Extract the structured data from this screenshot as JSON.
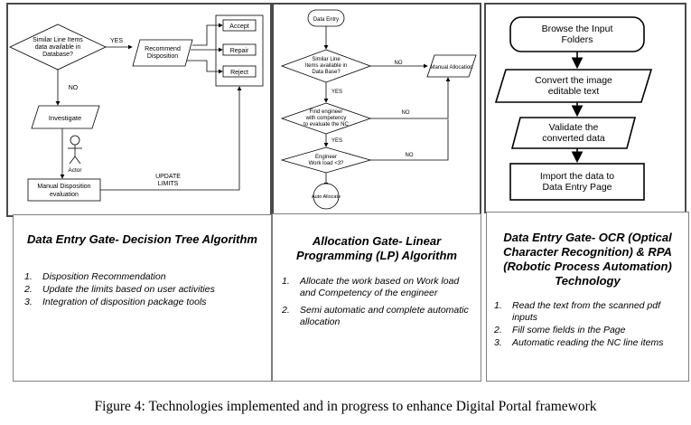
{
  "panels": [
    {
      "title": "Data Entry Gate- Decision Tree  Algorithm",
      "items": [
        "Disposition Recommendation",
        "Update the limits based on user activities",
        "Integration of disposition package tools"
      ],
      "diagram": {
        "decision": [
          "Similar Line Items",
          "data available in",
          "Database?"
        ],
        "yes_label": "YES",
        "no_label": "NO",
        "recommend": [
          "Recommend",
          "Disposition"
        ],
        "accept": "Accept",
        "repair": "Repair",
        "reject": "Reject",
        "investigate": "Investigate",
        "actor": "Actor",
        "manual": [
          "Manual Disposition",
          "evaluation"
        ],
        "update": [
          "UPDATE",
          "LIMITS"
        ]
      }
    },
    {
      "title": "Allocation  Gate-  Linear Programming (LP) Algorithm",
      "items": [
        "Allocate the work based on Work load and Competency of the engineer",
        "Semi automatic and complete automatic allocation"
      ],
      "diagram": {
        "start": "Data Entry",
        "decision1": [
          "Similar Line",
          "Items available in",
          "Data Base?"
        ],
        "decision2": [
          "Find engineer",
          "with competency",
          "to evaluate the NC"
        ],
        "decision3": [
          "Engineer",
          "Work load <3?"
        ],
        "yes_label": "YES",
        "no_label": "NO",
        "manual": "Manual Allocation",
        "auto": "Auto Allocate"
      }
    },
    {
      "title": "Data Entry Gate- OCR (Optical Character Recognition) & RPA (Robotic Process Automation) Technology",
      "items": [
        "Read the text from the scanned pdf inputs",
        "Fill some fields in the Page",
        "Automatic reading the NC line items"
      ],
      "diagram": {
        "step1": [
          "Browse the Input",
          "Folders"
        ],
        "step2": [
          "Convert the image",
          "editable text"
        ],
        "step3": [
          "Validate the",
          "converted data"
        ],
        "step4": [
          "Import the data to",
          "Data Entry Page"
        ]
      }
    }
  ],
  "caption": "Figure 4: Technologies implemented and in progress to enhance Digital Portal framework"
}
